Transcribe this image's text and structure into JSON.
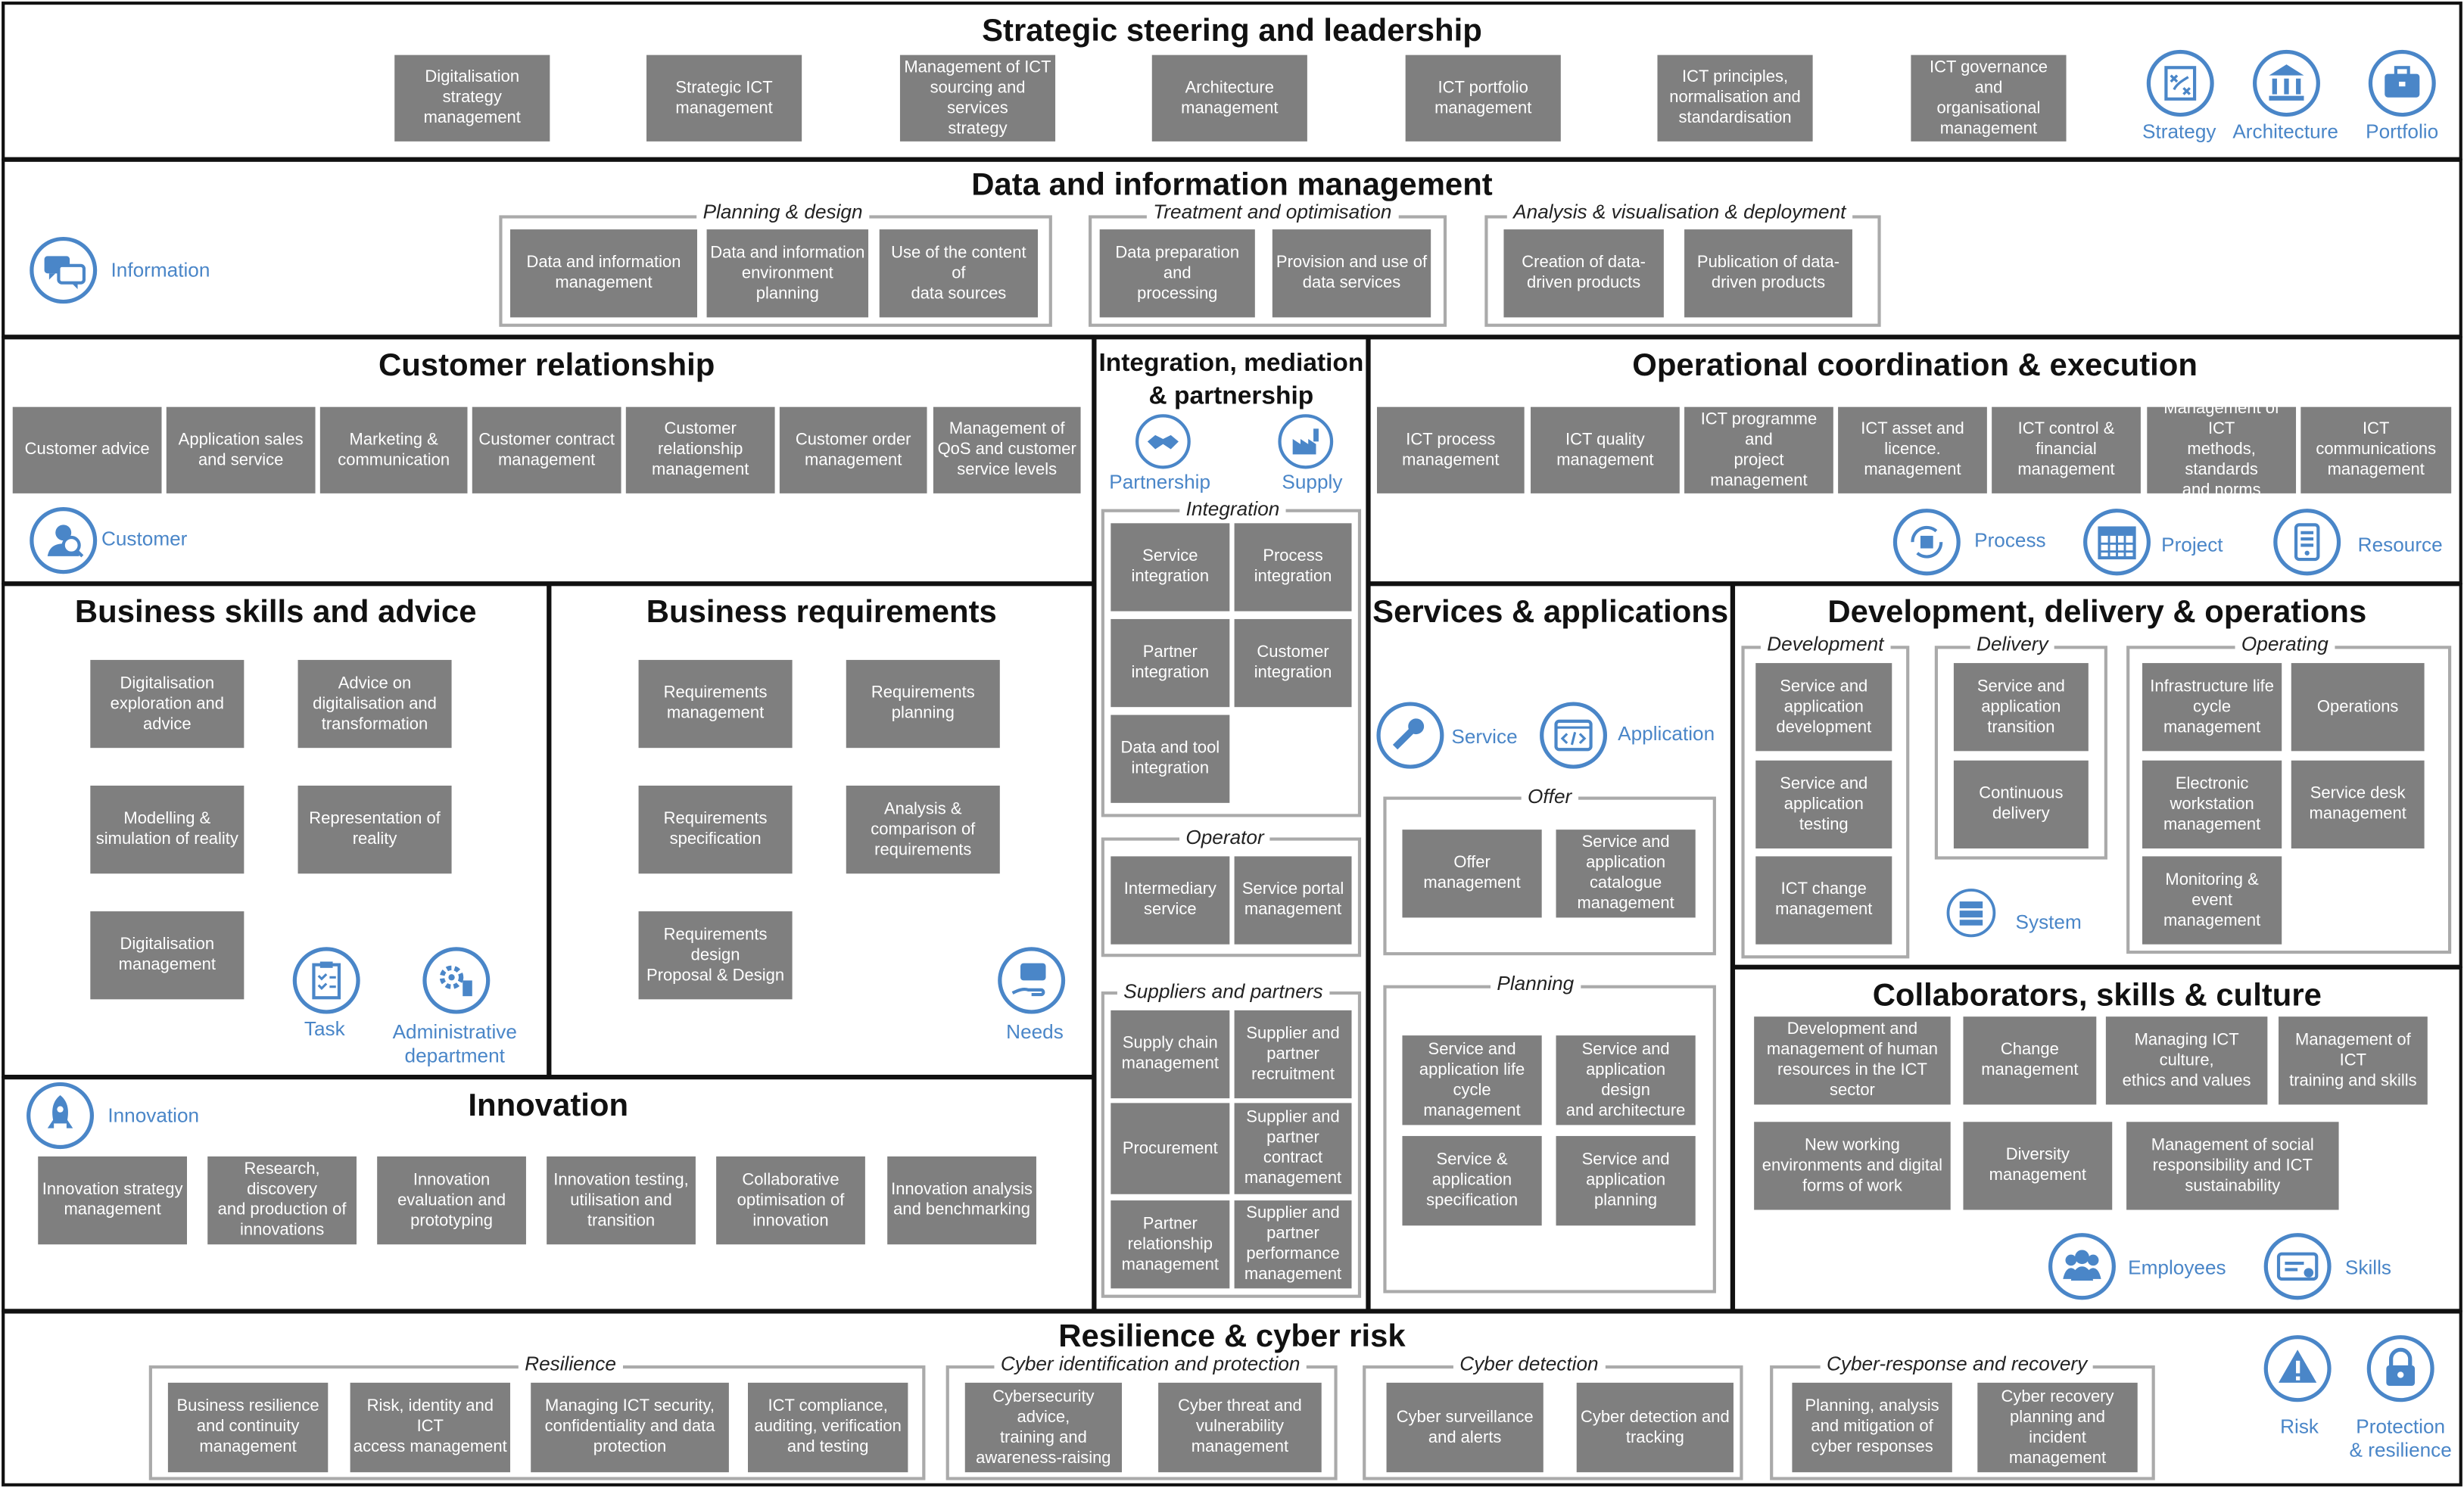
{
  "strategic": {
    "title": "Strategic steering and leadership",
    "boxes": [
      "Digitalisation\nstrategy\nmanagement",
      "Strategic ICT\nmanagement",
      "Management of ICT\nsourcing and services\nstrategy",
      "Architecture\nmanagement",
      "ICT portfolio\nmanagement",
      "ICT principles,\nnormalisation and\nstandardisation",
      "ICT governance and\norganisational\nmanagement"
    ],
    "icons": [
      "Strategy",
      "Architecture",
      "Portfolio"
    ]
  },
  "data_info": {
    "title": "Data and information management",
    "icon_label": "Information",
    "groups": [
      {
        "label": "Planning & design",
        "boxes": [
          "Data and information\nmanagement",
          "Data and information\nenvironment planning",
          "Use of the content of\ndata sources"
        ]
      },
      {
        "label": "Treatment and optimisation",
        "boxes": [
          "Data preparation and\nprocessing",
          "Provision and use of\ndata services"
        ]
      },
      {
        "label": "Analysis & visualisation & deployment",
        "boxes": [
          "Creation of data-\ndriven products",
          "Publication of data-\ndriven products"
        ]
      }
    ]
  },
  "customer": {
    "title": "Customer relationship",
    "boxes": [
      "Customer advice",
      "Application sales\nand service",
      "Marketing &\ncommunication",
      "Customer contract\nmanagement",
      "Customer\nrelationship\nmanagement",
      "Customer order\nmanagement",
      "Management of\nQoS and customer\nservice levels"
    ],
    "icon_label": "Customer"
  },
  "integration": {
    "title": "Integration, mediation\n& partnership",
    "icons": [
      "Partnership",
      "Supply"
    ],
    "groups": [
      {
        "label": "Integration",
        "boxes": [
          "Service\nintegration",
          "Process\nintegration",
          "Partner\nintegration",
          "Customer\nintegration",
          "Data and tool\nintegration"
        ]
      },
      {
        "label": "Operator",
        "boxes": [
          "Intermediary\nservice",
          "Service portal\nmanagement"
        ]
      },
      {
        "label": "Suppliers and partners",
        "boxes": [
          "Supply chain\nmanagement",
          "Supplier and\npartner\nrecruitment",
          "Procurement",
          "Supplier and\npartner\ncontract\nmanagement",
          "Partner\nrelationship\nmanagement",
          "Supplier and\npartner\nperformance\nmanagement"
        ]
      }
    ]
  },
  "operational": {
    "title": "Operational coordination & execution",
    "boxes": [
      "ICT process\nmanagement",
      "ICT quality\nmanagement",
      "ICT programme and\nproject\nmanagement",
      "ICT asset and\nlicence.\nmanagement",
      "ICT control &\nfinancial\nmanagement",
      "Management of ICT\nmethods, standards\nand norms",
      "ICT communications\nmanagement"
    ],
    "icons": [
      "Process",
      "Project",
      "Resource"
    ]
  },
  "business_skills": {
    "title": "Business skills and advice",
    "boxes": [
      "Digitalisation\nexploration and\nadvice",
      "Advice on\ndigitalisation and\ntransformation",
      "Modelling &\nsimulation of reality",
      "Representation of\nreality",
      "Digitalisation\nmanagement"
    ],
    "icons": [
      "Task",
      "Administrative\ndepartment"
    ]
  },
  "business_req": {
    "title": "Business requirements",
    "boxes": [
      "Requirements\nmanagement",
      "Requirements\nplanning",
      "Requirements\nspecification",
      "Analysis &\ncomparison of\nrequirements",
      "Requirements design\nProposal & Design"
    ],
    "icon_label": "Needs"
  },
  "services": {
    "title": "Services & applications",
    "icons": [
      "Service",
      "Application"
    ],
    "groups": [
      {
        "label": "Offer",
        "boxes": [
          "Offer management",
          "Service and\napplication\ncatalogue\nmanagement"
        ]
      },
      {
        "label": "Planning",
        "boxes": [
          "Service and\napplication life\ncycle management",
          "Service and\napplication design\nand architecture",
          "Service &\napplication\nspecification",
          "Service and\napplication\nplanning"
        ]
      }
    ]
  },
  "devops": {
    "title": "Development, delivery & operations",
    "icon_label": "System",
    "groups": [
      {
        "label": "Development",
        "boxes": [
          "Service and\napplication\ndevelopment",
          "Service and\napplication testing",
          "ICT change\nmanagement"
        ]
      },
      {
        "label": "Delivery",
        "boxes": [
          "Service and\napplication\ntransition",
          "Continuous\ndelivery"
        ]
      },
      {
        "label": "Operating",
        "boxes": [
          "Infrastructure life\ncycle management",
          "Operations",
          "Electronic\nworkstation\nmanagement",
          "Service desk\nmanagement",
          "Monitoring &\nevent\nmanagement"
        ]
      }
    ]
  },
  "collab": {
    "title": "Collaborators, skills & culture",
    "boxes": [
      "Development and\nmanagement of human\nresources in the ICT sector",
      "Change\nmanagement",
      "Managing ICT culture,\nethics and values",
      "Management of ICT\ntraining and skills",
      "New working\nenvironments and digital\nforms of work",
      "Diversity\nmanagement",
      "Management of social\nresponsibility and ICT\nsustainability"
    ],
    "icons": [
      "Employees",
      "Skills"
    ]
  },
  "innovation": {
    "title": "Innovation",
    "icon_label": "Innovation",
    "boxes": [
      "Innovation strategy\nmanagement",
      "Research, discovery\nand production of\ninnovations",
      "Innovation\nevaluation and\nprototyping",
      "Innovation testing,\nutilisation and\ntransition",
      "Collaborative\noptimisation of\ninnovation",
      "Innovation analysis\nand benchmarking"
    ]
  },
  "resilience": {
    "title": "Resilience & cyber risk",
    "icons": [
      "Risk",
      "Protection\n& resilience"
    ],
    "groups": [
      {
        "label": "Resilience",
        "boxes": [
          "Business resilience\nand continuity\nmanagement",
          "Risk, identity and ICT\naccess management",
          "Managing ICT security,\nconfidentiality and data\nprotection",
          "ICT compliance,\nauditing, verification\nand testing"
        ]
      },
      {
        "label": "Cyber identification and protection",
        "boxes": [
          "Cybersecurity advice,\ntraining and\nawareness-raising",
          "Cyber threat and\nvulnerability\nmanagement"
        ]
      },
      {
        "label": "Cyber detection",
        "boxes": [
          "Cyber surveillance\nand alerts",
          "Cyber detection and\ntracking"
        ]
      },
      {
        "label": "Cyber-response and recovery",
        "boxes": [
          "Planning, analysis\nand mitigation of\ncyber responses",
          "Cyber recovery\nplanning and incident\nmanagement"
        ]
      }
    ]
  },
  "colors": {
    "box": "#7f7f7f",
    "icon": "#4a86c8",
    "border": "#111111",
    "group_border": "#aaaaaa"
  }
}
